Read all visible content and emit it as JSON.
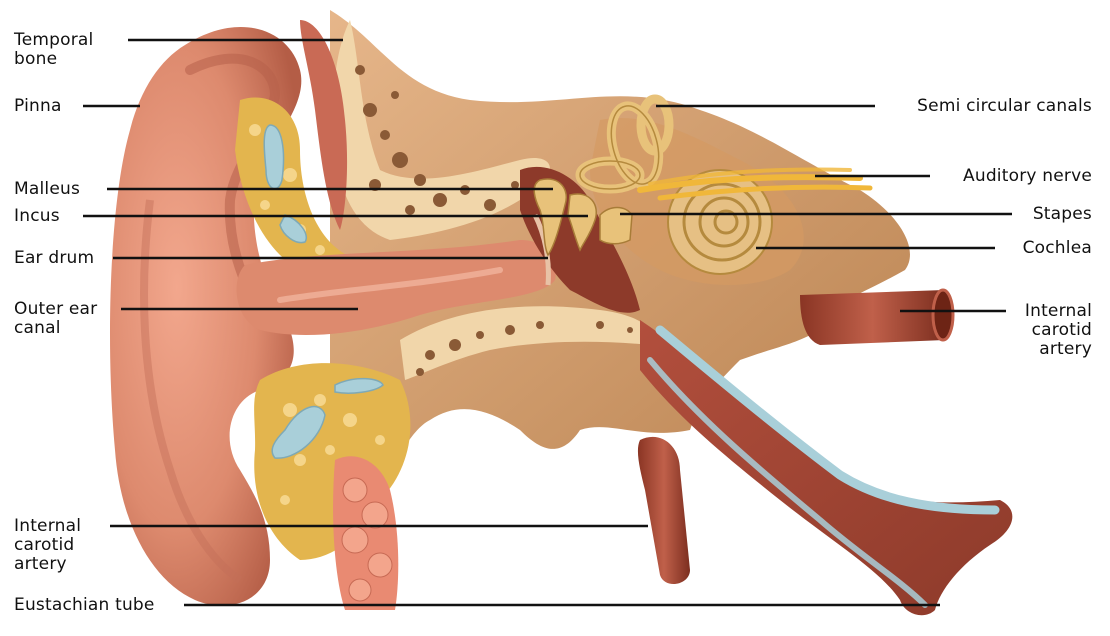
{
  "labels": {
    "temporal_bone": [
      "Temporal",
      "bone"
    ],
    "pinna": "Pinna",
    "malleus": "Malleus",
    "incus": "Incus",
    "ear_drum": "Ear drum",
    "outer_ear_canal": [
      "Outer ear",
      "canal"
    ],
    "internal_carotid_artery_left": [
      "Internal",
      "carotid",
      "artery"
    ],
    "eustachian_tube": "Eustachian tube",
    "semi_circular_canals": "Semi circular canals",
    "auditory_nerve": "Auditory nerve",
    "stapes": "Stapes",
    "cochlea": "Cochlea",
    "internal_carotid_artery_right": [
      "Internal",
      "carotid",
      "artery"
    ]
  },
  "colors": {
    "skin": "#d9836a",
    "skin_dark": "#b85f48",
    "skin_light": "#ee9f86",
    "bone": "#c8955f",
    "bone_light": "#f3dcb8",
    "spongy": "#e6b856",
    "artery": "#a54a34",
    "muscle": "#c96a55",
    "canal_fluid": "#a9cfd9",
    "nerve": "#f0b73a",
    "leader": "#111111"
  }
}
